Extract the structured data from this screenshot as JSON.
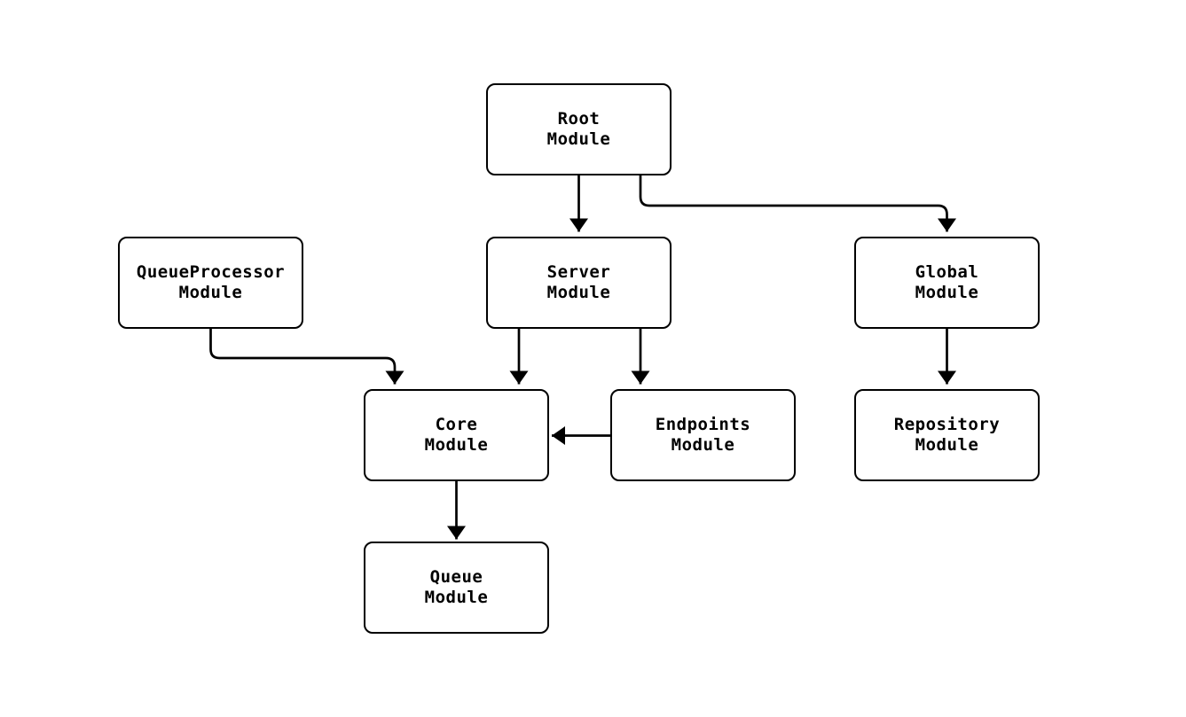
{
  "diagram": {
    "type": "module-dependency-flowchart",
    "background_color": "#ffffff",
    "node_fill": "#ffffff",
    "line_color": "#000000",
    "text_color": "#000000",
    "nodes": {
      "root": {
        "line1": "Root",
        "line2": "Module"
      },
      "server": {
        "line1": "Server",
        "line2": "Module"
      },
      "global": {
        "line1": "Global",
        "line2": "Module"
      },
      "queueprocessor": {
        "line1": "QueueProcessor",
        "line2": "Module"
      },
      "core": {
        "line1": "Core",
        "line2": "Module"
      },
      "endpoints": {
        "line1": "Endpoints",
        "line2": "Module"
      },
      "repository": {
        "line1": "Repository",
        "line2": "Module"
      },
      "queue": {
        "line1": "Queue",
        "line2": "Module"
      }
    },
    "edges": [
      {
        "from": "Root Module",
        "to": "Server Module"
      },
      {
        "from": "Root Module",
        "to": "Global Module"
      },
      {
        "from": "QueueProcessor Module",
        "to": "Core Module"
      },
      {
        "from": "Server Module",
        "to": "Core Module"
      },
      {
        "from": "Server Module",
        "to": "Endpoints Module"
      },
      {
        "from": "Endpoints Module",
        "to": "Core Module"
      },
      {
        "from": "Global Module",
        "to": "Repository Module"
      },
      {
        "from": "Core Module",
        "to": "Queue Module"
      }
    ]
  }
}
